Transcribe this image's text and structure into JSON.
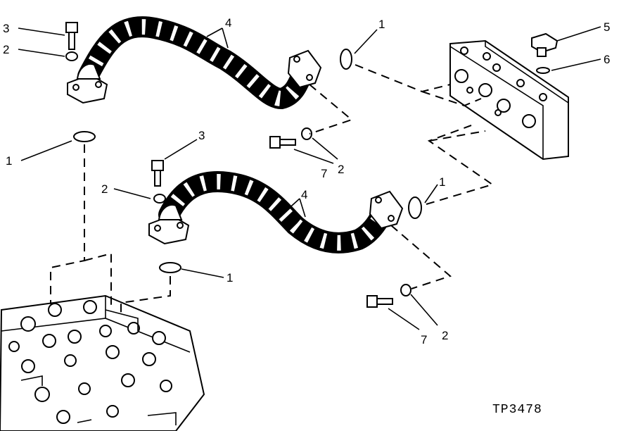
{
  "figure_id": "TP3478",
  "callouts": {
    "c1a": "1",
    "c1b": "1",
    "c1c": "1",
    "c1d": "1",
    "c2a": "2",
    "c2b": "2",
    "c2c": "2",
    "c2d": "2",
    "c3a": "3",
    "c3b": "3",
    "c4a": "4",
    "c4b": "4",
    "c5": "5",
    "c6": "6",
    "c7a": "7",
    "c7b": "7"
  }
}
